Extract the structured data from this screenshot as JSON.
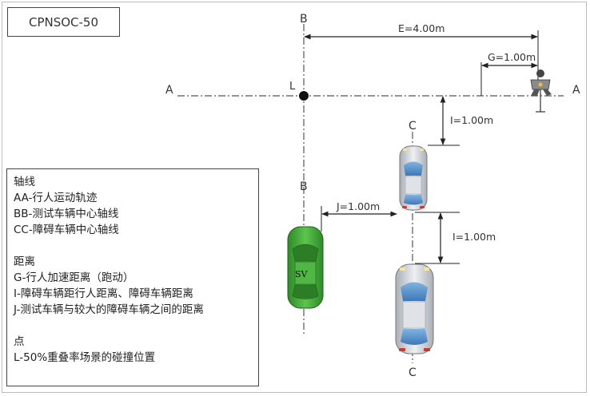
{
  "title": "CPNSOC-50",
  "axis_labels": {
    "a_left": "A",
    "a_right": "A",
    "b_top": "B",
    "b_mid": "B",
    "c_top": "C",
    "c_bottom": "C",
    "l_point": "L"
  },
  "dimensions": {
    "e": "E=4.00m",
    "g": "G=1.00m",
    "i_upper": "I=1.00m",
    "i_lower": "I=1.00m",
    "j": "J=1.00m"
  },
  "vehicles": {
    "subject_label": "SV"
  },
  "legend": {
    "axes_heading": "轴线",
    "aa": "AA-行人运动轨迹",
    "bb": "BB-测试车辆中心轴线",
    "cc": "CC-障碍车辆中心轴线",
    "distance_heading": "距离",
    "g": "G-行人加速距离（跑动）",
    "i": "I-障碍车辆距行人距离、障碍车辆距离",
    "j": "J-测试车辆与较大的障碍车辆之间的距离",
    "point_heading": "点",
    "l": "L-50%重叠率场景的碰撞位置"
  },
  "colors": {
    "subject_vehicle": "#3fa535",
    "obstacle_vehicle": "#cfd3d8",
    "axis_line": "#555555"
  }
}
